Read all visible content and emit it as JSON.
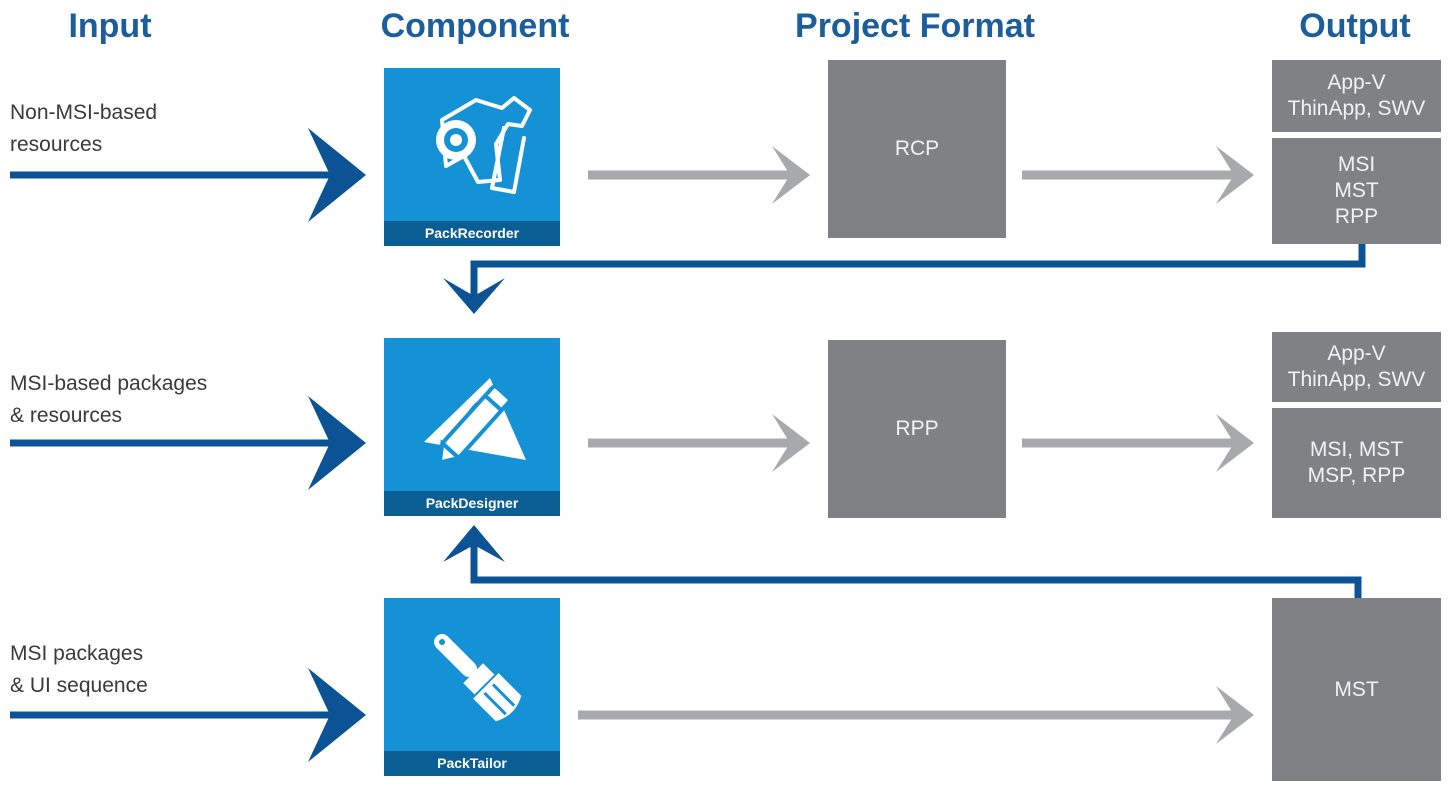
{
  "headers": {
    "input": "Input",
    "component": "Component",
    "project_format": "Project Format",
    "output": "Output"
  },
  "rows": [
    {
      "input_lines": [
        "Non-MSI-based",
        "resources"
      ],
      "component": "PackRecorder",
      "component_icon": "video-camera-icon",
      "format": "RCP",
      "outputs": [
        {
          "lines": [
            "App-V",
            "ThinApp, SWV"
          ]
        },
        {
          "lines": [
            "MSI",
            "MST",
            "RPP"
          ]
        }
      ]
    },
    {
      "input_lines": [
        "MSI-based packages",
        "& resources"
      ],
      "component": "PackDesigner",
      "component_icon": "design-triangle-pencil-icon",
      "format": "RPP",
      "outputs": [
        {
          "lines": [
            "App-V",
            "ThinApp, SWV"
          ]
        },
        {
          "lines": [
            "MSI, MST",
            "MSP, RPP"
          ]
        }
      ]
    },
    {
      "input_lines": [
        "MSI packages",
        "& UI sequence"
      ],
      "component": "PackTailor",
      "component_icon": "paintbrush-icon",
      "format": "",
      "outputs": [
        {
          "lines": [
            "MST"
          ]
        }
      ]
    }
  ],
  "colors": {
    "heading_blue": "#1b5e9b",
    "component_blue": "#1592d6",
    "component_label_bg": "#0b5e93",
    "gray_box": "#808184",
    "gray_arrow": "#a7a9ac",
    "flow_blue": "#0b5394"
  }
}
